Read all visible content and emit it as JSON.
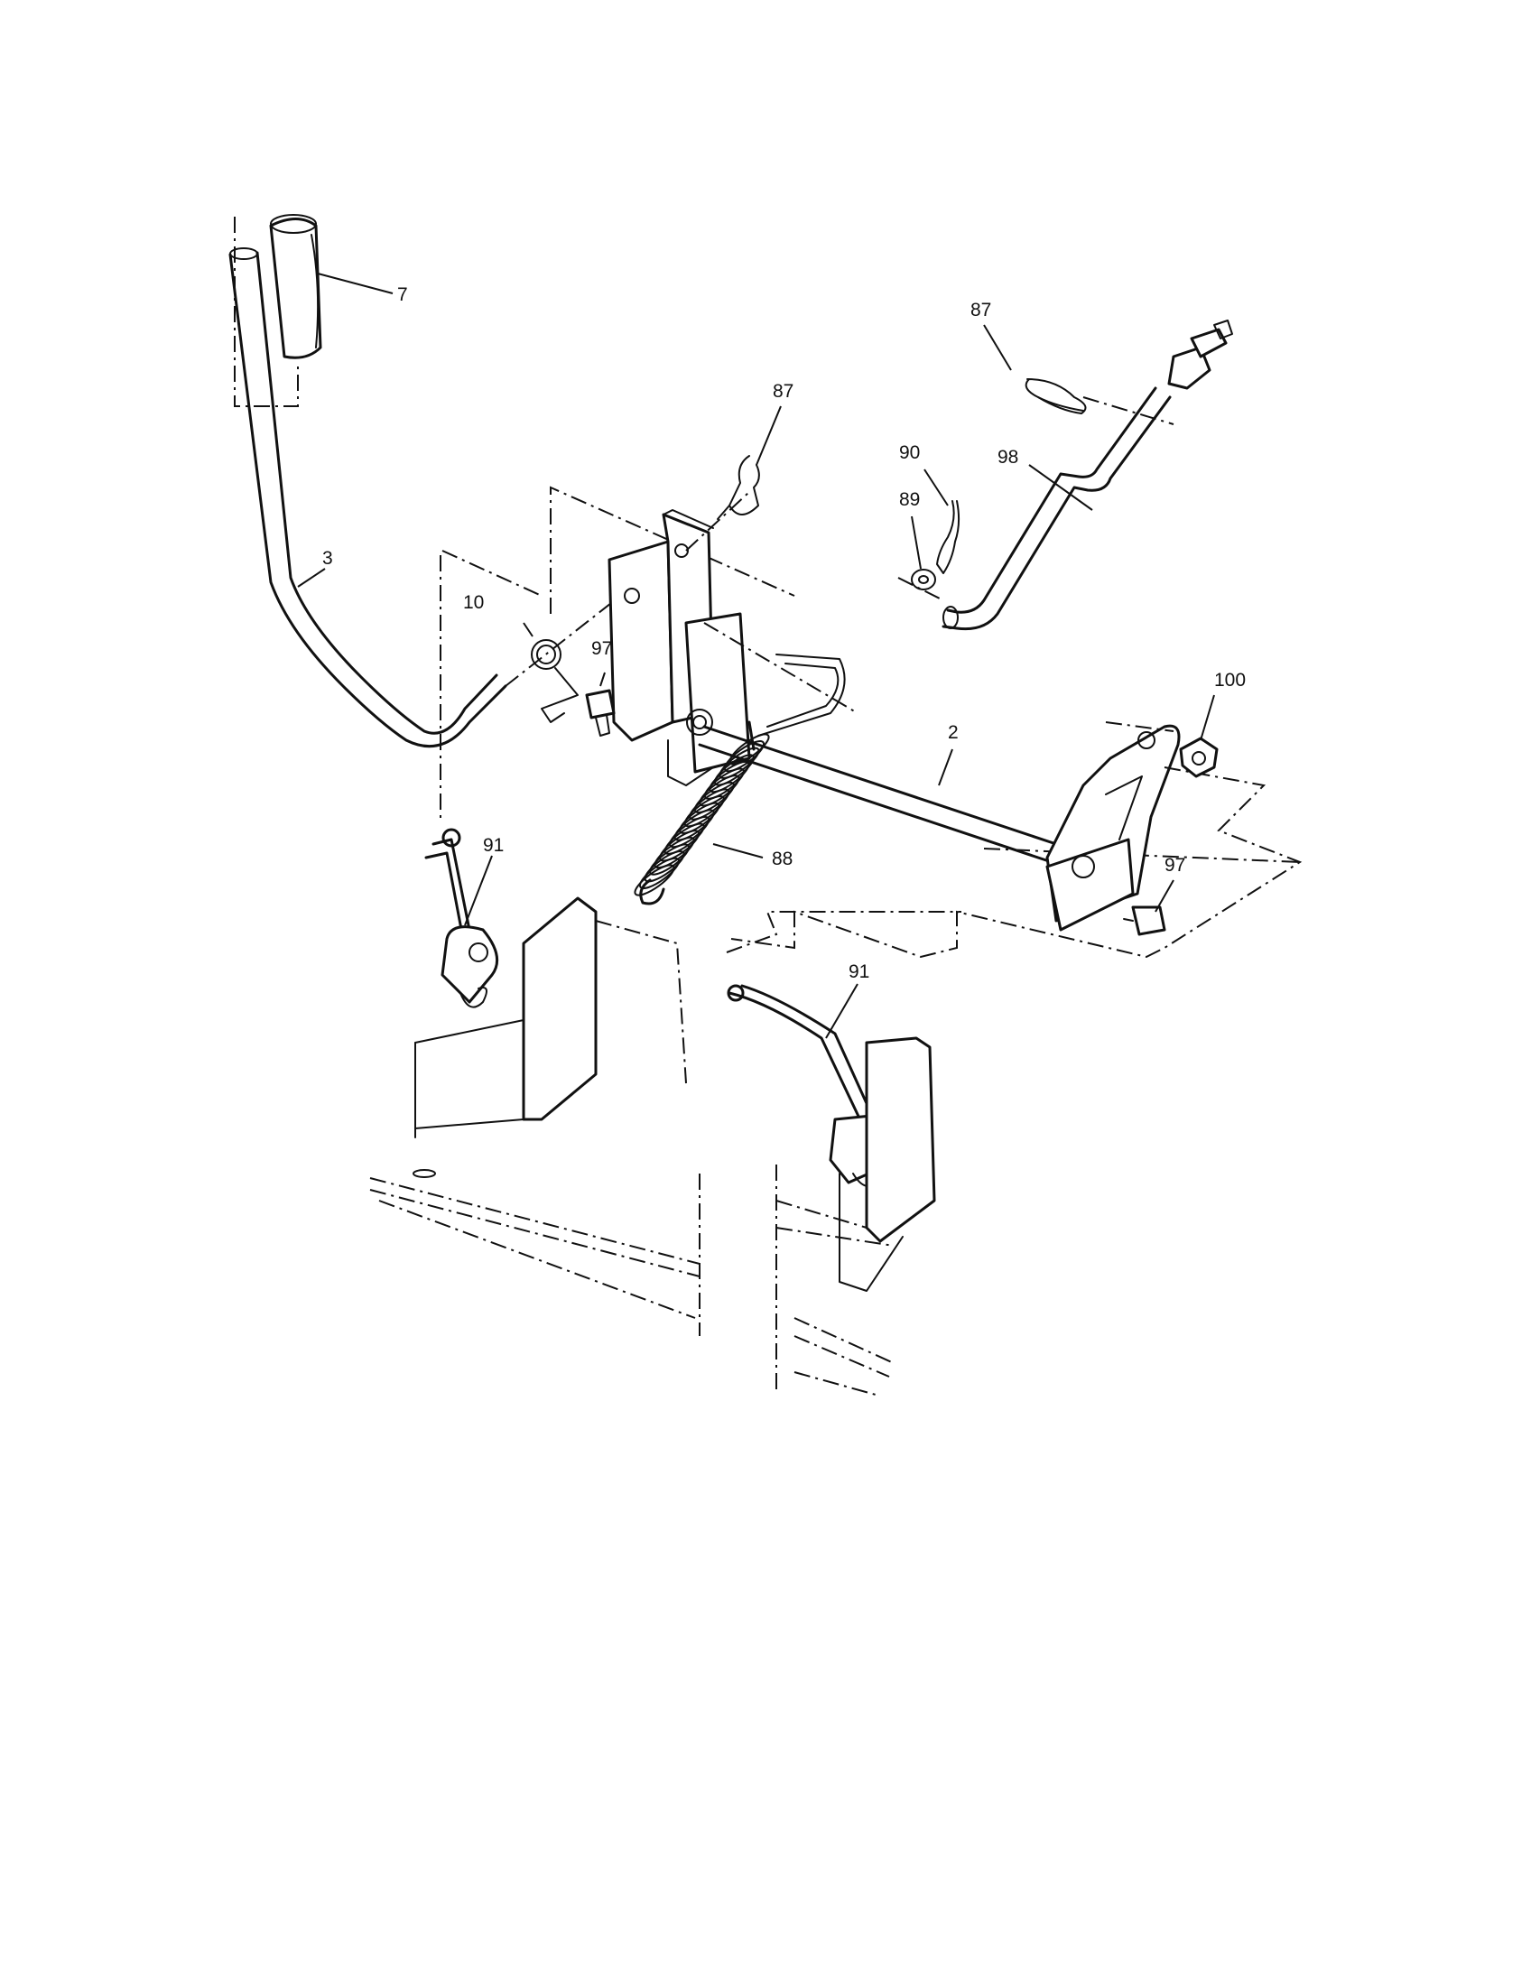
{
  "callouts": [
    {
      "id": "c7",
      "text": "7"
    },
    {
      "id": "c3",
      "text": "3"
    },
    {
      "id": "c10",
      "text": "10"
    },
    {
      "id": "c97a",
      "text": "97"
    },
    {
      "id": "c87a",
      "text": "87"
    },
    {
      "id": "c87b",
      "text": "87"
    },
    {
      "id": "c90",
      "text": "90"
    },
    {
      "id": "c98",
      "text": "98"
    },
    {
      "id": "c89",
      "text": "89"
    },
    {
      "id": "c100",
      "text": "100"
    },
    {
      "id": "c2",
      "text": "2"
    },
    {
      "id": "c88",
      "text": "88"
    },
    {
      "id": "c91a",
      "text": "91"
    },
    {
      "id": "c97b",
      "text": "97"
    },
    {
      "id": "c91b",
      "text": "91"
    }
  ]
}
